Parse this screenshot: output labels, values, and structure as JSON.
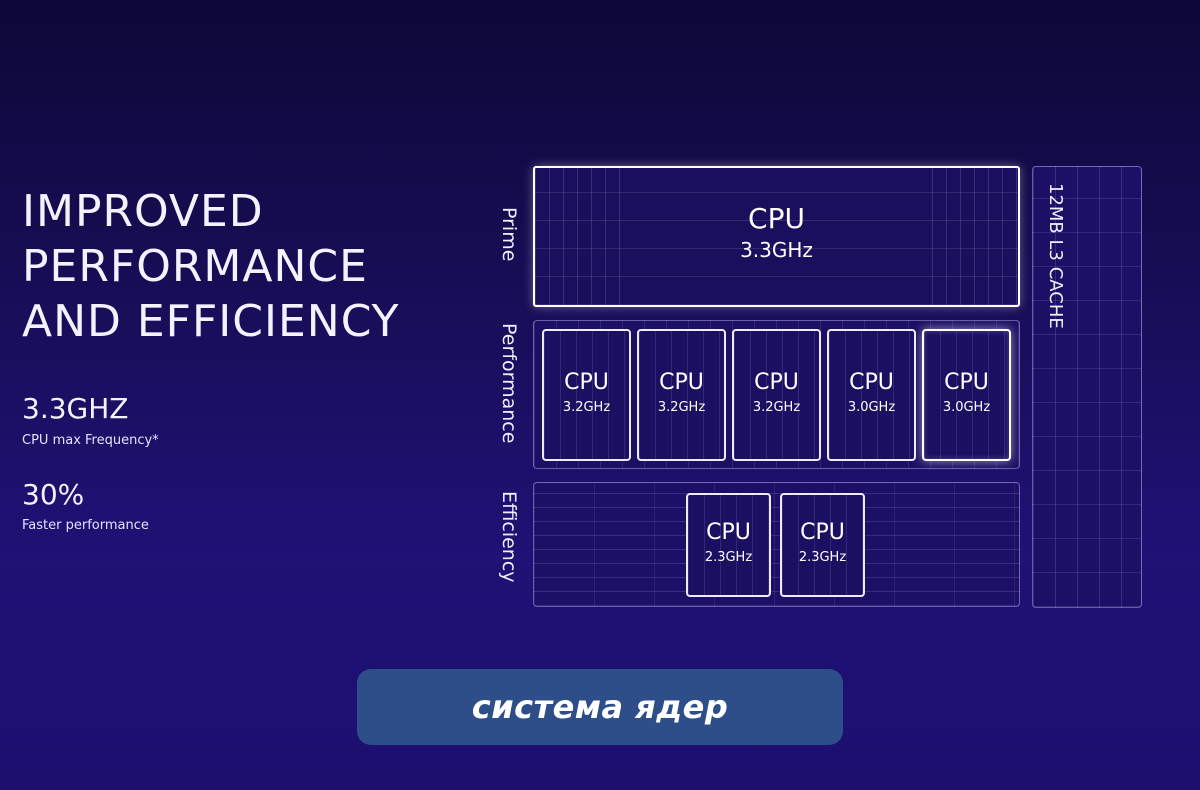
{
  "headline": [
    "IMPROVED",
    "PERFORMANCE",
    "AND EFFICIENCY"
  ],
  "stats": [
    {
      "value": "3.3GHZ",
      "label": "CPU max Frequency*"
    },
    {
      "value": "30%",
      "label": "Faster performance"
    }
  ],
  "diagram": {
    "cache_label": "12MB L3 CACHE",
    "clusters": {
      "prime": {
        "label": "Prime",
        "cores": [
          {
            "name": "CPU",
            "freq": "3.3GHz"
          }
        ]
      },
      "performance": {
        "label": "Performance",
        "cores": [
          {
            "name": "CPU",
            "freq": "3.2GHz"
          },
          {
            "name": "CPU",
            "freq": "3.2GHz"
          },
          {
            "name": "CPU",
            "freq": "3.2GHz"
          },
          {
            "name": "CPU",
            "freq": "3.0GHz"
          },
          {
            "name": "CPU",
            "freq": "3.0GHz"
          }
        ]
      },
      "efficiency": {
        "label": "Efficiency",
        "cores": [
          {
            "name": "CPU",
            "freq": "2.3GHz"
          },
          {
            "name": "CPU",
            "freq": "2.3GHz"
          }
        ]
      }
    }
  },
  "caption": "система ядер",
  "colors": {
    "background": "#170d55",
    "caption_bg": "#2e4e8a",
    "outline": "#ffffff"
  }
}
